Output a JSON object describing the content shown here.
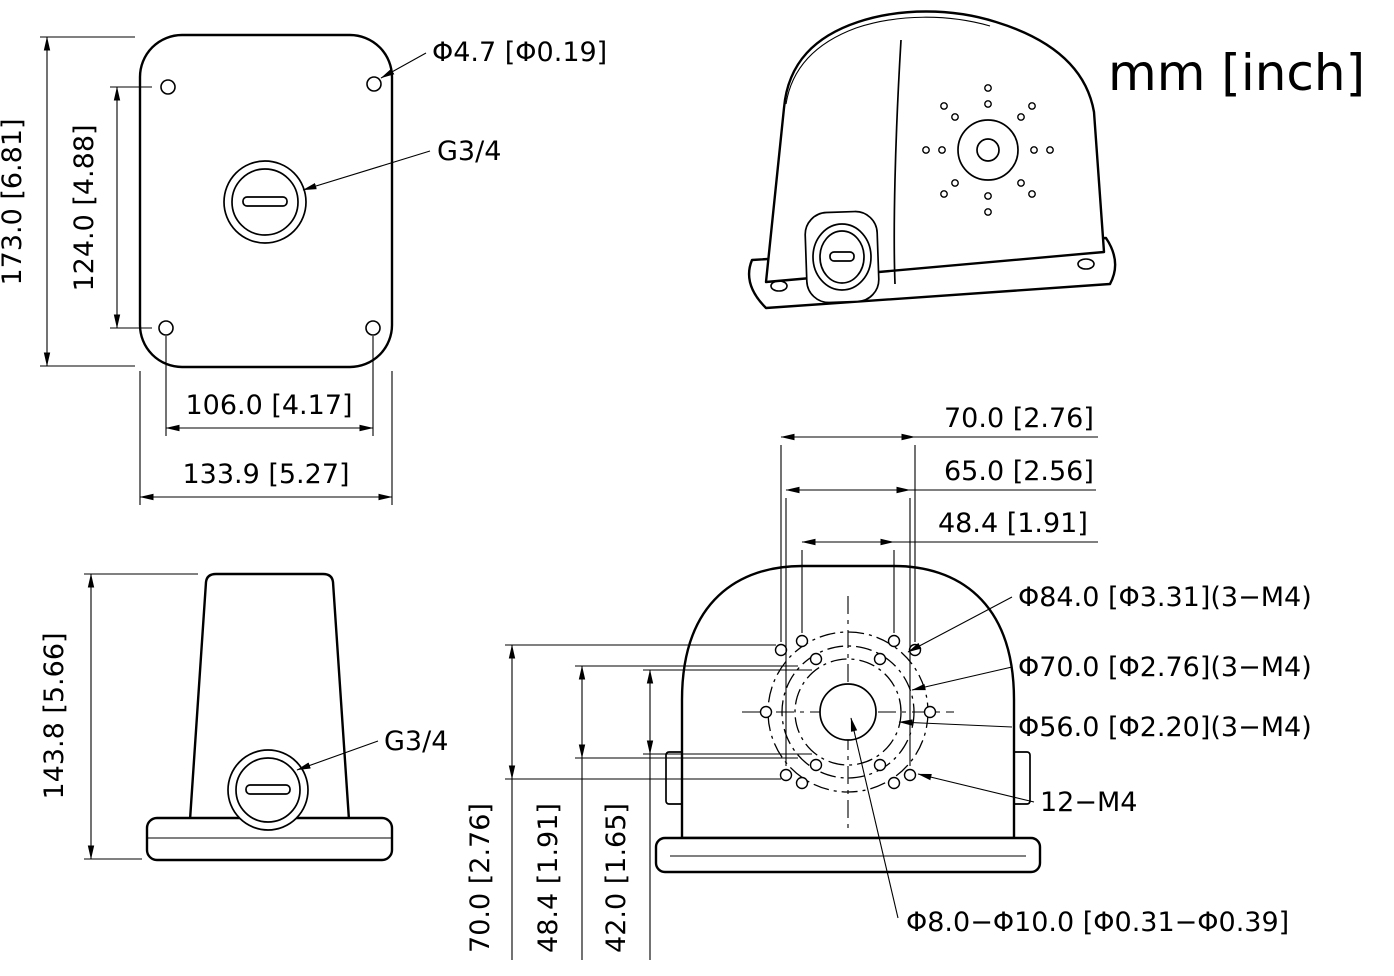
{
  "colors": {
    "background": "#ffffff",
    "line": "#000000"
  },
  "units": {
    "label": "mm [inch]"
  },
  "front_view": {
    "hole_callout": "Φ4.7 [Φ0.19]",
    "thread_callout": "G3/4",
    "dim_height": "173.0 [6.81]",
    "dim_hole_v": "124.0 [4.88]",
    "dim_hole_h": "106.0 [4.17]",
    "dim_width": "133.9 [5.27]"
  },
  "side_view": {
    "dim_height": "143.8 [5.66]",
    "thread_callout": "G3/4"
  },
  "back_view": {
    "dim_top_outer": "70.0 [2.76]",
    "dim_top_mid": "65.0 [2.56]",
    "dim_top_inner": "48.4 [1.91]",
    "callout_bc84": "Φ84.0 [Φ3.31](3−M4)",
    "callout_bc70": "Φ70.0 [Φ2.76](3−M4)",
    "callout_bc56": "Φ56.0 [Φ2.20](3−M4)",
    "callout_12m4": "12−M4",
    "dim_left_outer": "70.0 [2.76]",
    "dim_left_mid": "48.4 [1.91]",
    "dim_left_inner": "42.0 [1.65]",
    "callout_center_hole": "Φ8.0−Φ10.0 [Φ0.31−Φ0.39]"
  }
}
